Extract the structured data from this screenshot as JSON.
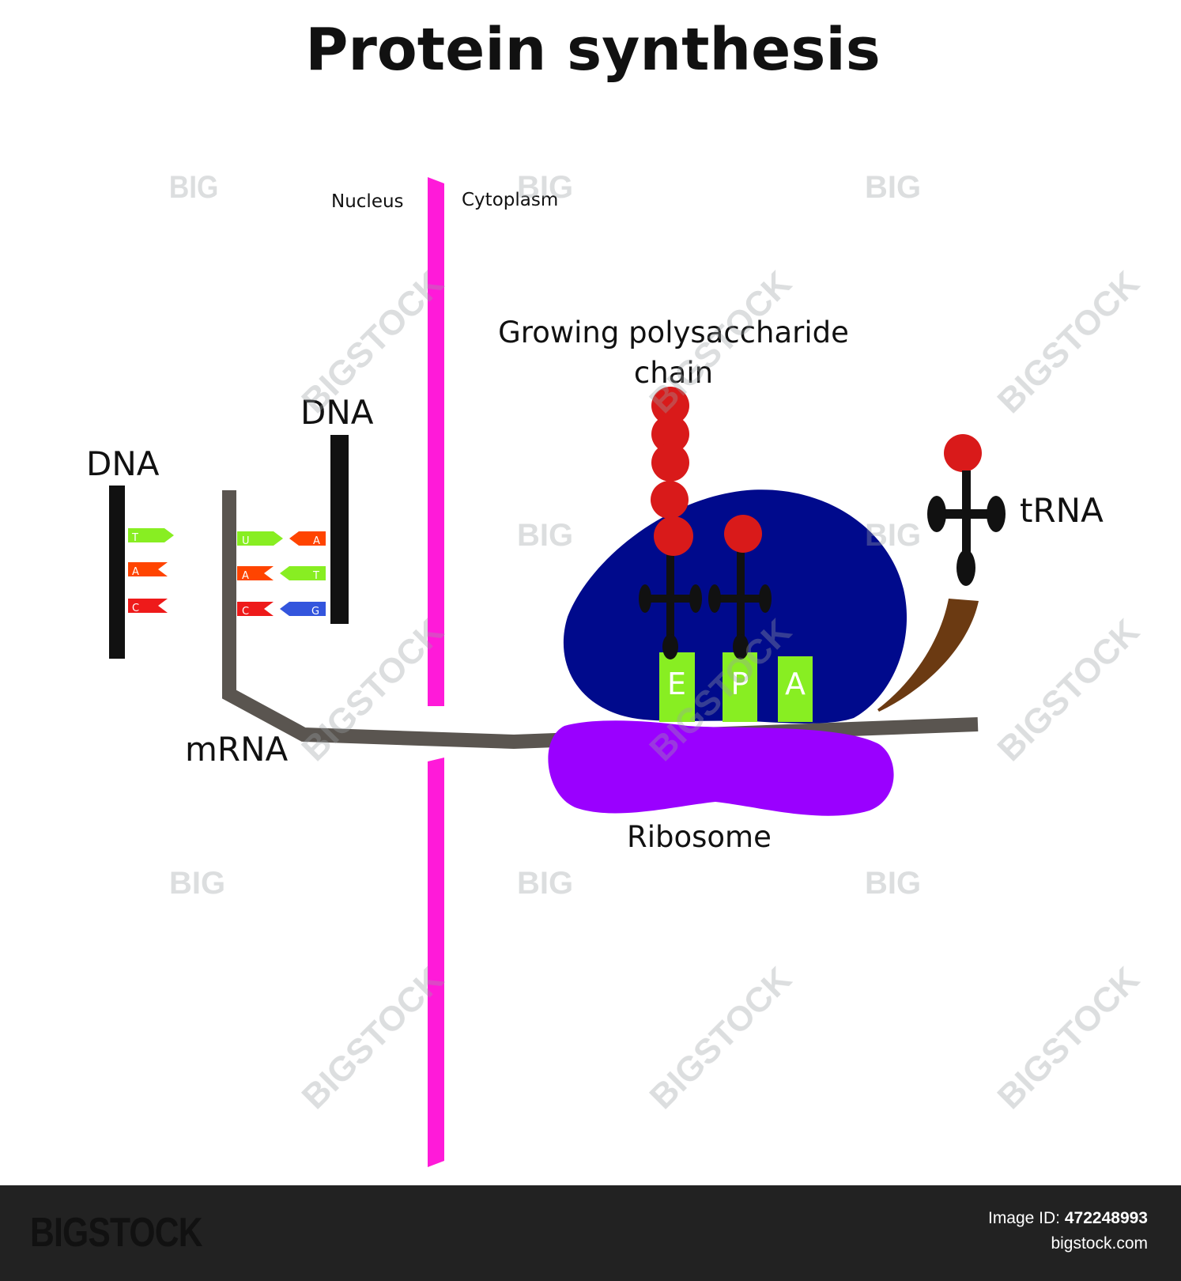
{
  "title": "Protein synthesis",
  "labels": {
    "nucleus": "Nucleus",
    "cytoplasm": "Cytoplasm",
    "dna_left": "DNA",
    "dna_right": "DNA",
    "mrna": "mRNA",
    "growing_chain_line1": "Growing polysaccharide",
    "growing_chain_line2": "chain",
    "trna": "tRNA",
    "ribosome": "Ribosome"
  },
  "dna_left_bases": [
    "T",
    "A",
    "C"
  ],
  "mrna_bases": [
    "U",
    "A",
    "C"
  ],
  "dna_right_bases": [
    "A",
    "T",
    "G"
  ],
  "ribosome_sites": [
    "E",
    "P",
    "A"
  ],
  "watermark": {
    "big": "BIG",
    "bigstock": "BIGSTOCK"
  },
  "footer": {
    "brand": "BIGSTOCK",
    "image_id_label": "Image ID:",
    "image_id": "472248993",
    "url": "bigstock.com"
  },
  "colors": {
    "membrane": "#ff1ad9",
    "mrna": "#5a5550",
    "ribosome_large": "#000a8c",
    "ribosome_small": "#9a00ff",
    "amino_acid": "#d91a1a",
    "site_box": "#88ee22",
    "base_t_u": "#88ee22",
    "base_a": "#ff4400",
    "base_c": "#ee1a1a",
    "base_g": "#3355dd",
    "trna_tail": "#6b3a12"
  }
}
